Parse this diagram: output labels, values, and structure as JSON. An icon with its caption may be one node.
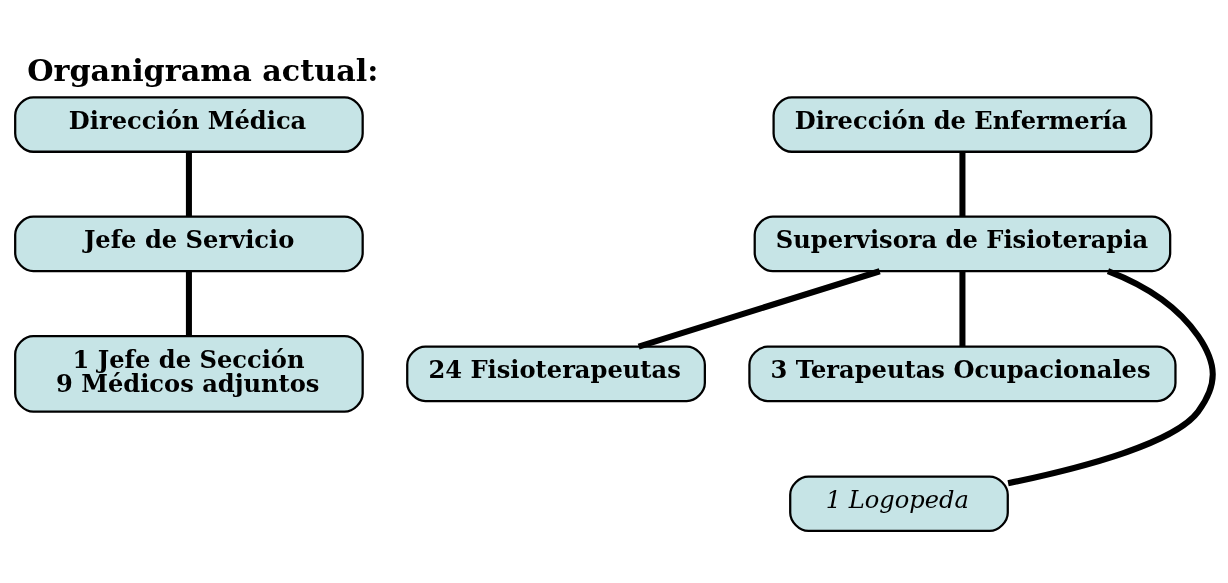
{
  "diagram": {
    "title": "Organigrama actual:",
    "nodes": [
      {
        "text": [
          "Dirección Médica"
        ]
      },
      {
        "text": [
          "Jefe de Servicio"
        ]
      },
      {
        "text": [
          "1 Jefe de Sección",
          "9 Médicos adjuntos"
        ]
      },
      {
        "text": [
          "Dirección de Enfermería"
        ]
      },
      {
        "text": [
          "Supervisora de Fisioterapia"
        ]
      },
      {
        "text": [
          "24 Fisioterapeutas"
        ]
      },
      {
        "text": [
          "3 Terapeutas Ocupacionales"
        ]
      },
      {
        "text": [
          "1 Logopeda"
        ]
      }
    ],
    "edges": [
      {
        "from": 0,
        "to": 1,
        "arrow": "none"
      },
      {
        "from": 1,
        "to": 2,
        "arrow": "none"
      },
      {
        "from": 3,
        "to": 4,
        "arrow": "none"
      },
      {
        "from": 4,
        "to": 5,
        "arrow": "none"
      },
      {
        "from": 4,
        "to": 6,
        "arrow": "none"
      },
      {
        "from": 4,
        "to": 7,
        "arrow": "none"
      }
    ]
  }
}
